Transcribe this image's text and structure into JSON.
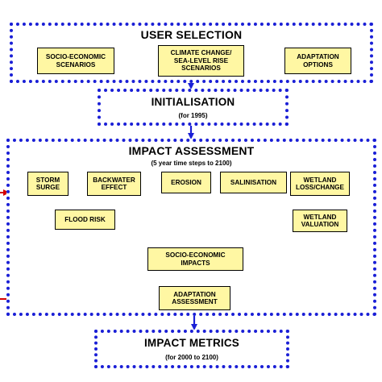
{
  "colors": {
    "frame": "#1a1fd6",
    "box_fill": "#fff7a3",
    "arrow": "#1a1fd6",
    "external_arrow": "#d40000"
  },
  "user_selection": {
    "title": "USER SELECTION",
    "boxes": [
      "SOCIO-ECONOMIC\nSCENARIOS",
      "CLIMATE CHANGE/\nSEA-LEVEL RISE\nSCENARIOS",
      "ADAPTATION\nOPTIONS"
    ]
  },
  "initialisation": {
    "title": "INITIALISATION",
    "subtitle": "(for 1995)"
  },
  "impact_assessment": {
    "title": "IMPACT ASSESSMENT",
    "subtitle": "(5 year time steps to 2100)",
    "storm_surge": "STORM\nSURGE",
    "backwater_effect": "BACKWATER\nEFFECT",
    "erosion": "EROSION",
    "salinisation": "SALINISATION",
    "wetland_loss": "WETLAND\nLOSS/CHANGE",
    "flood_risk": "FLOOD RISK",
    "wetland_valuation": "WETLAND\nVALUATION",
    "socio_economic_impacts": "SOCIO-ECONOMIC\nIMPACTS",
    "adaptation_assessment": "ADAPTATION\nASSESSMENT"
  },
  "impact_metrics": {
    "title": "IMPACT METRICS",
    "subtitle": "(for 2000 to 2100)"
  }
}
